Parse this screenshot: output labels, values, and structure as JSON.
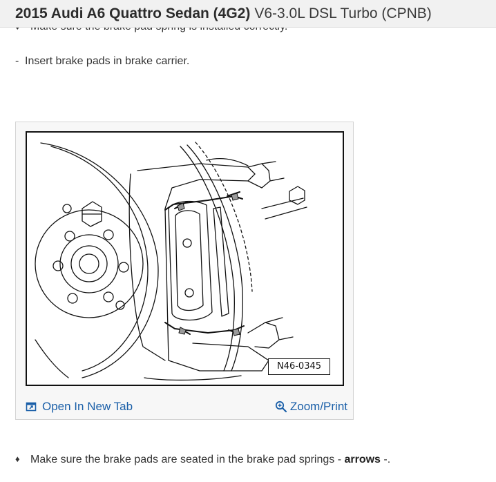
{
  "header": {
    "title_bold": "2015 Audi A6 Quattro Sedan (4G2)",
    "title_rest": "V6-3.0L DSL Turbo (CPNB)"
  },
  "steps": {
    "cut_off": "Make sure the brake pad spring is installed correctly.",
    "insert": "Insert brake pads in brake carrier.",
    "seated_prefix": "Make sure the brake pads are seated in the brake pad springs - ",
    "seated_bold": "arrows",
    "seated_suffix": " -."
  },
  "figure": {
    "reference": "N46-0345",
    "open_tab": "Open In New Tab",
    "zoom": "Zoom/Print"
  },
  "colors": {
    "link": "#1a5fa8",
    "header_bg": "#f1f1f1"
  },
  "icons": {
    "open_tab": "open-new-tab-icon",
    "zoom": "zoom-magnifier-icon",
    "bullet": "diamond-bullet-icon"
  }
}
